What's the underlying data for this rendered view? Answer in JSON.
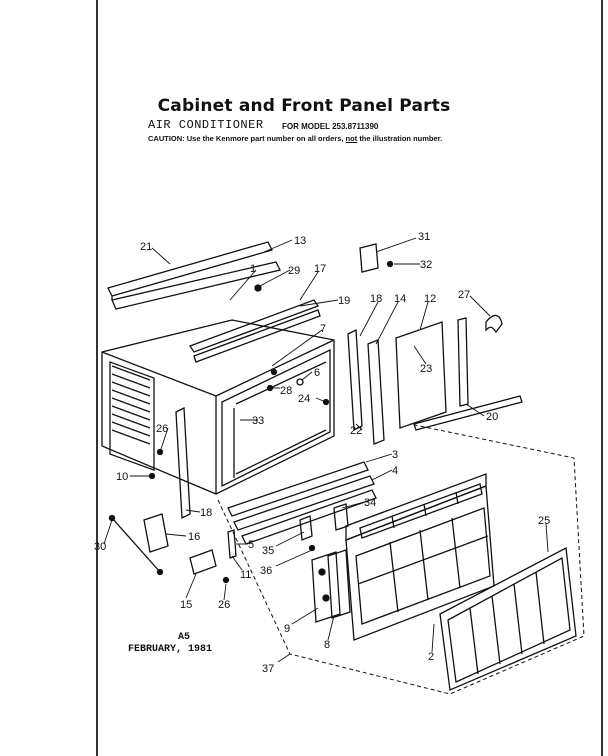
{
  "header": {
    "title": "Cabinet and Front Panel Parts",
    "subtitle": "AIR CONDITIONER",
    "model_label": "FOR MODEL 253.8711390",
    "caution_prefix": "CAUTION: Use the Kenmore part number on all orders,",
    "caution_not": "not",
    "caution_suffix": "the illustration number."
  },
  "callouts": [
    "21",
    "13",
    "1",
    "29",
    "17",
    "19",
    "31",
    "32",
    "27",
    "18",
    "14",
    "12",
    "23",
    "7",
    "6",
    "28",
    "24",
    "20",
    "33",
    "26",
    "10",
    "22",
    "3",
    "4",
    "34",
    "18",
    "16",
    "30",
    "5",
    "35",
    "36",
    "11",
    "15",
    "26",
    "9",
    "8",
    "25",
    "2",
    "37"
  ],
  "footer": {
    "code": "A5",
    "date": "FEBRUARY, 1981"
  },
  "colors": {
    "ink": "#111111",
    "paper": "#ffffff"
  }
}
